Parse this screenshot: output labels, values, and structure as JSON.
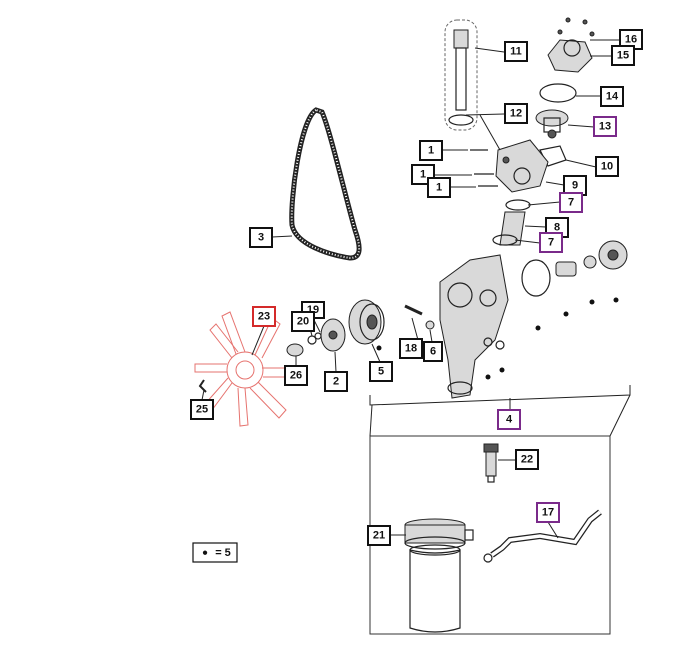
{
  "colors": {
    "default_outline": "#111111",
    "highlight_red": "#d42a2a",
    "highlight_purple": "#7a2a8a",
    "fan_outline": "#e6736f"
  },
  "callouts": {
    "c11": "11",
    "c16": "16",
    "c15": "15",
    "c14": "14",
    "c12": "12",
    "c13": "13",
    "c1a": "1",
    "c1b": "1",
    "c1c": "1",
    "c10": "10",
    "c9": "9",
    "c7a": "7",
    "c8": "8",
    "c7b": "7",
    "c3": "3",
    "c23": "23",
    "c19": "19",
    "c20": "20",
    "c18": "18",
    "c6": "6",
    "c26": "26",
    "c2": "2",
    "c5": "5",
    "c25": "25",
    "c4": "4",
    "c22": "22",
    "c21": "21",
    "c17": "17"
  },
  "legend": {
    "dot": "●",
    "text": "= 5"
  }
}
